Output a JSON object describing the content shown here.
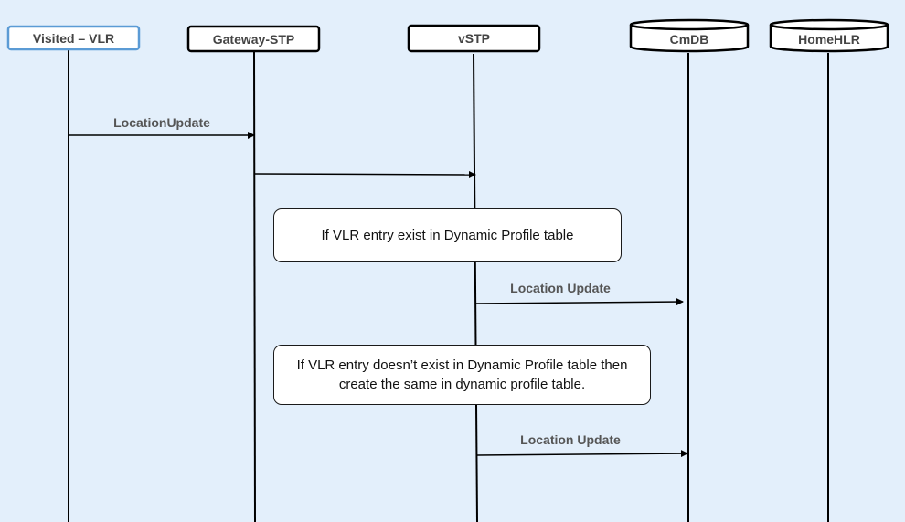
{
  "participants": [
    {
      "id": "vlr",
      "label": "Visited – VLR",
      "shape": "box",
      "accent": "#5b9bd5"
    },
    {
      "id": "gstp",
      "label": "Gateway-STP",
      "shape": "box",
      "accent": "#000000"
    },
    {
      "id": "vstp",
      "label": "vSTP",
      "shape": "box",
      "accent": "#000000"
    },
    {
      "id": "cmdb",
      "label": "CmDB",
      "shape": "cylinder",
      "accent": "#000000"
    },
    {
      "id": "hlr",
      "label": "HomeHLR",
      "shape": "cylinder",
      "accent": "#000000"
    }
  ],
  "messages": [
    {
      "from": "vlr",
      "to": "gstp",
      "label": "LocationUpdate"
    },
    {
      "from": "gstp",
      "to": "vstp",
      "label": ""
    },
    {
      "from": "vstp",
      "to": "cmdb",
      "label": "Location Update"
    },
    {
      "from": "vstp",
      "to": "cmdb",
      "label": "Location Update"
    }
  ],
  "notes": [
    {
      "text": "If VLR entry exist in Dynamic Profile table"
    },
    {
      "text": "If VLR entry doesn’t exist in Dynamic Profile table then create the same in dynamic profile table."
    }
  ],
  "colors": {
    "background": "#e3effb",
    "line": "#000000",
    "vlr_border": "#5b9bd5"
  }
}
